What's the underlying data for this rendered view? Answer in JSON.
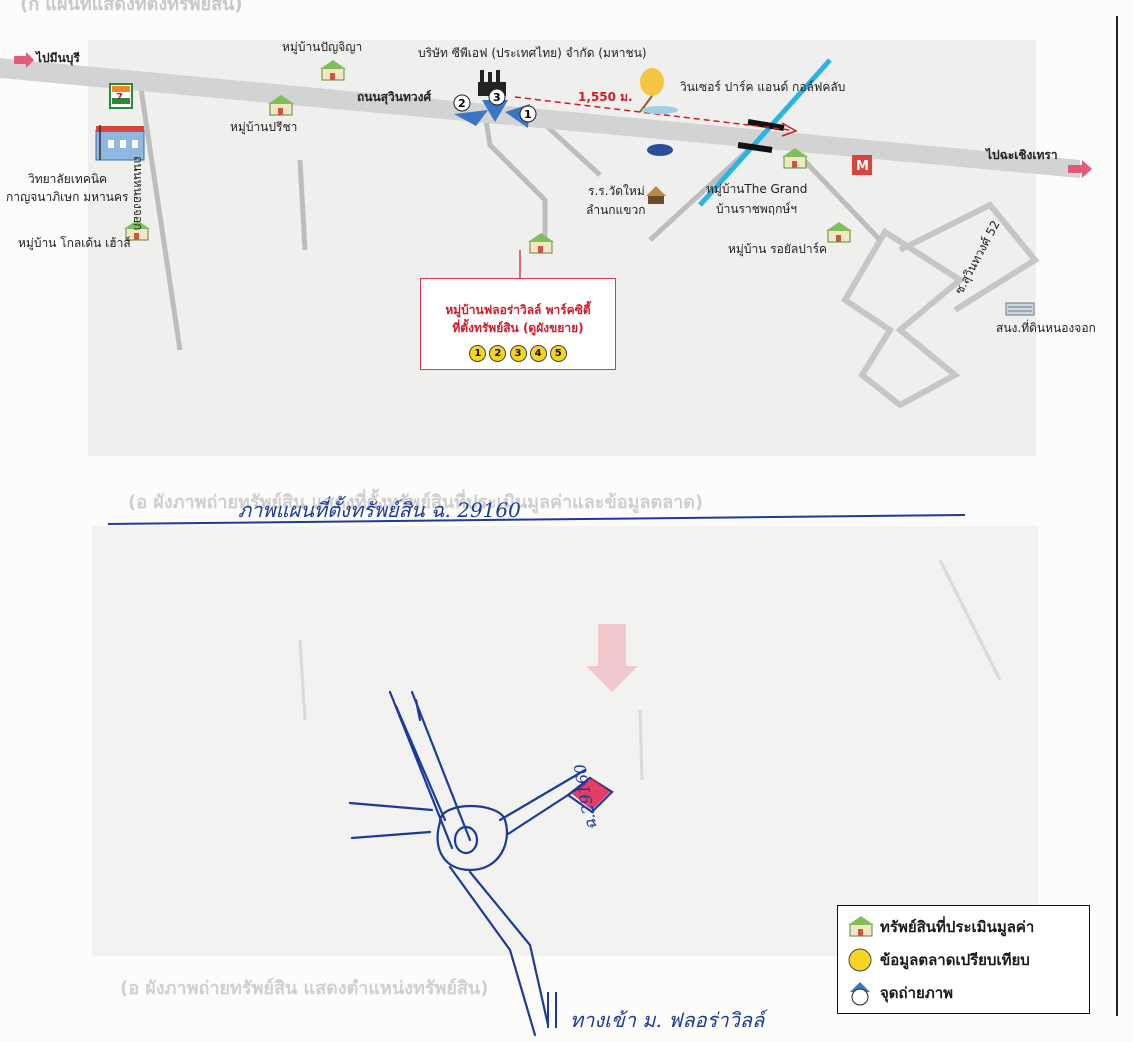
{
  "top_map": {
    "header_faded": "(ก แผนที่แสดงที่ตั้งทรัพย์สิน)",
    "places": {
      "min_buri": "ไปมีนบุรี",
      "chachoengsao": "ไปฉะเชิงเทรา",
      "panya_village": "หมู่บ้านปัญจิญา",
      "preecha_village": "หมู่บ้านปรีชา",
      "company": "บริษัท ซีพีเอฟ (ประเทศไทย) จำกัด (มหาชน)",
      "road_name": "ถนนสุวินทวงศ์",
      "winsor": "วินเซอร์ ปาร์ค แอนด์ กอล์ฟคลับ",
      "distance": "1,550 ม.",
      "college_line1": "วิทยาลัยเทคนิค",
      "college_line2": "กาญจนาภิเษก มหานคร",
      "soi_road": "ถนนหนองจอก",
      "golden_village": "หมู่บ้าน โกลเด้น เฮ้าส์",
      "school_line1": "ร.ร.วัดใหม่",
      "school_line2": "ลำนกแขวก",
      "grand_line1": "หมู่บ้านThe Grand",
      "grand_line2": "บ้านราชพฤกษ์ฯ",
      "royal_village": "หมู่บ้าน รอยัลปาร์ค",
      "soi_52": "ซ.สุวินทวงศ์ 52",
      "land_office": "สนง.ที่ดินหนองจอก"
    },
    "subject": {
      "line1": "หมู่บ้านฟลอร่าวิลล์ พาร์คซิตี้",
      "line2": "ที่ตั้งทรัพย์สิน (ดูผังขยาย)",
      "comparables": [
        "1",
        "2",
        "3",
        "4",
        "5"
      ]
    },
    "photo_points": [
      "1",
      "2",
      "3"
    ]
  },
  "handwritten": {
    "caption": "ภาพแผนที่ตั้งทรัพย์สิน ฉ. 29160",
    "deed_label": "ฉ.29160",
    "entrance": "ทางเข้า ม. ฟลอร่าวิลล์"
  },
  "faded_captions": {
    "middle": "(อ ผังภาพถ่ายทรัพย์สิน แสดงที่ตั้งทรัพย์สินที่ประเมินมูลค่าและข้อมูลตลาด)",
    "bottom": "(อ ผังภาพถ่ายทรัพย์สิน แสดงตำแหน่งทรัพย์สิน)"
  },
  "legend": {
    "items": [
      {
        "icon": "house-icon",
        "label": "ทรัพย์สินที่ประเมินมูลค่า"
      },
      {
        "icon": "yellow-circle-icon",
        "label": "ข้อมูลตลาดเปรียบเทียบ"
      },
      {
        "icon": "camera-point-icon",
        "label": "จุดถ่ายภาพ"
      }
    ]
  },
  "colors": {
    "road": "#d2d4d4",
    "red": "#d01c2a",
    "blue_ink": "#1c3a9a",
    "rail": "#2ab4e6",
    "comparable": "#f6d522"
  }
}
